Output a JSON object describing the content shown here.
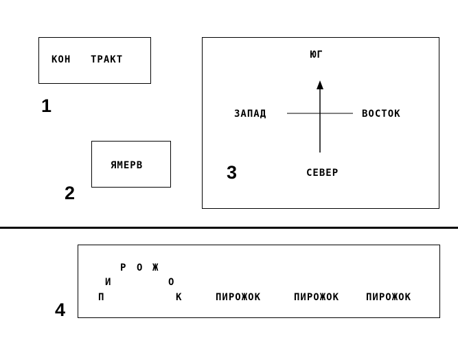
{
  "panel1": {
    "word_part1": "КОН",
    "word_part2": "ТРАКТ",
    "number": "1"
  },
  "panel2": {
    "word": "ЯМЕРВ",
    "number": "2"
  },
  "panel3": {
    "top": "ЮГ",
    "left": "ЗАПАД",
    "right": "ВОСТОК",
    "bottom": "СЕВЕР",
    "number": "3"
  },
  "panel4": {
    "letters": [
      "П",
      "И",
      "Р",
      "О",
      "Ж",
      "О",
      "К"
    ],
    "repeats": [
      "ПИРОЖОК",
      "ПИРОЖОК",
      "ПИРОЖОК"
    ],
    "number": "4"
  }
}
